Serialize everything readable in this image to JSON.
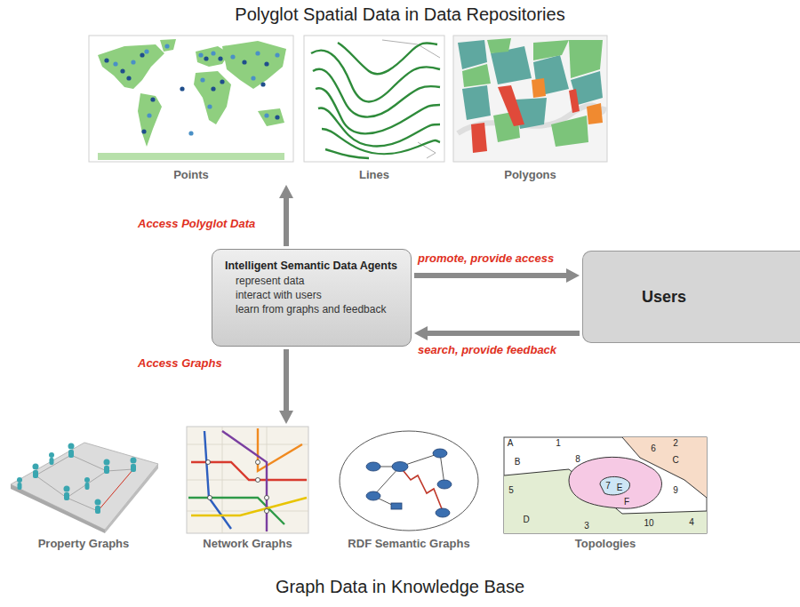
{
  "diagram": {
    "title": "Polyglot Spatial Data in Data Repositories",
    "caption": "Graph Data in Knowledge Base",
    "nodes": [
      {
        "text": [
          "Points"
        ]
      },
      {
        "text": [
          "Lines"
        ]
      },
      {
        "text": [
          "Polygons"
        ]
      },
      {
        "text": [
          "Intelligent Semantic Data Agents",
          "represent data",
          "interact with users",
          "learn from graphs and feedback"
        ]
      },
      {
        "text": [
          "Users"
        ]
      },
      {
        "text": [
          "Property Graphs"
        ]
      },
      {
        "text": [
          "Network Graphs"
        ]
      },
      {
        "text": [
          "RDF Semantic Graphs"
        ]
      },
      {
        "text": [
          "Topologies"
        ]
      }
    ],
    "edges": [
      {
        "from": 3,
        "to": 0,
        "arrow": "to",
        "label": "Access Polyglot Data"
      },
      {
        "from": 3,
        "to": 4,
        "arrow": "to",
        "label": "promote, provide access"
      },
      {
        "from": 4,
        "to": 3,
        "arrow": "to",
        "label": "search, provide feedback"
      },
      {
        "from": 3,
        "to": 6,
        "arrow": "to",
        "label": "Access Graphs"
      }
    ],
    "labels": [
      "A",
      "1",
      "2",
      "B",
      "8",
      "6",
      "C",
      "5",
      "7",
      "E",
      "9",
      "D",
      "F",
      "10",
      "4",
      "3"
    ]
  }
}
